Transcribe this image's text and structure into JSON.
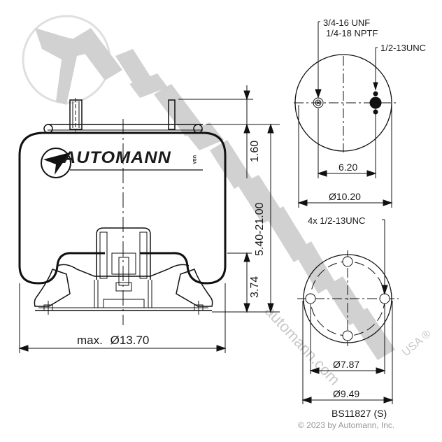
{
  "drawing": {
    "part_number": "BS11827 (S)",
    "copyright": "© 2023 by Automann, Inc.",
    "brand_logo_text": "AUTOMANN",
    "brand_logo_suffix": "USA",
    "watermark_text": "AUTOMANN",
    "watermark_url": "automann.com",
    "colors": {
      "line": "#111111",
      "watermark": "#c9c9c9",
      "copyright": "#999999"
    }
  },
  "side_view": {
    "dims": {
      "max_diameter_label": "max.",
      "max_diameter_symbol": "Ø",
      "max_diameter_value": "13.70",
      "stud_height": "1.60",
      "height_range": "5.40-21.00",
      "piston_height": "3.74"
    }
  },
  "top_view": {
    "callout_inlet": "3/4-16 UNF",
    "callout_inlet_2": "1/4-18 NPTF",
    "callout_stud": "1/2-13UNC",
    "stud_spacing": "6.20",
    "diameter_symbol": "Ø",
    "diameter": "10.20"
  },
  "bottom_view": {
    "callout_bolts": "4x 1/2-13UNC",
    "diameter_symbol": "Ø",
    "bolt_circle": "7.87",
    "outer_diameter": "9.49"
  }
}
